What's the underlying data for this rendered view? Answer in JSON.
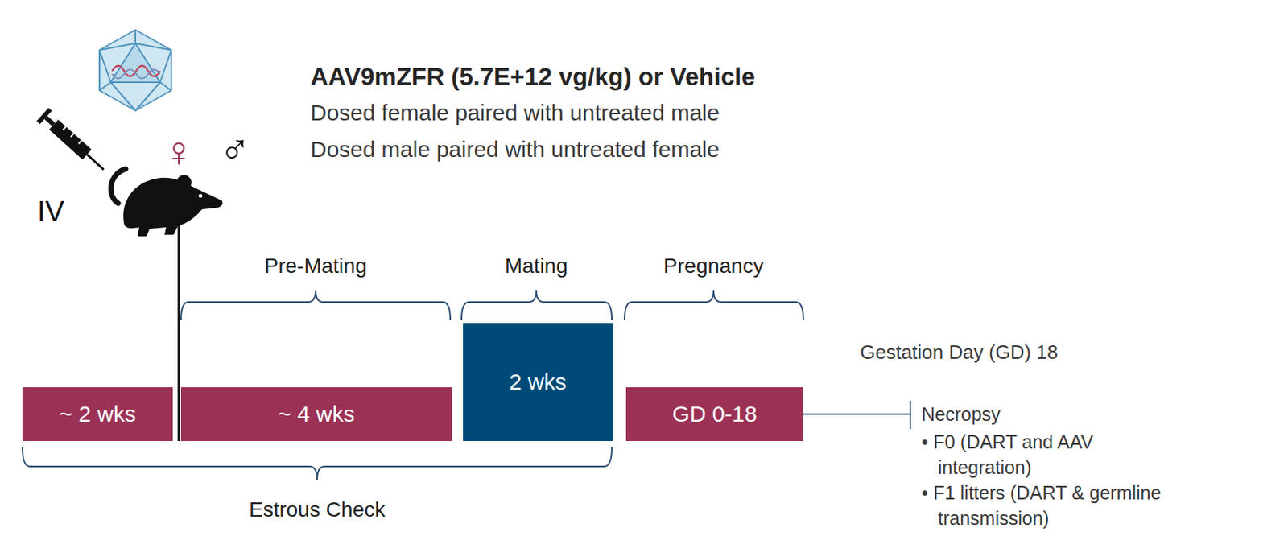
{
  "diagram": {
    "title": "AAV9mZFR (5.7E+12 vg/kg) or Vehicle",
    "nodes": [
      {
        "text": [
          "~ 2 wks"
        ]
      },
      {
        "text": [
          "~ 4 wks"
        ]
      },
      {
        "text": [
          "2 wks"
        ]
      },
      {
        "text": [
          "GD 0-18"
        ]
      }
    ],
    "labels": [
      "♀",
      "♂",
      "IV",
      "Dosed female paired with untreated male",
      "Dosed male paired with untreated female",
      "Pre-Mating",
      "Mating",
      "Pregnancy",
      "Estrous Check",
      "Gestation Day (GD) 18",
      "Necropsy",
      "• F0 (DART and AAV integration)",
      "• F1 litters (DART & germline transmission)"
    ]
  }
}
